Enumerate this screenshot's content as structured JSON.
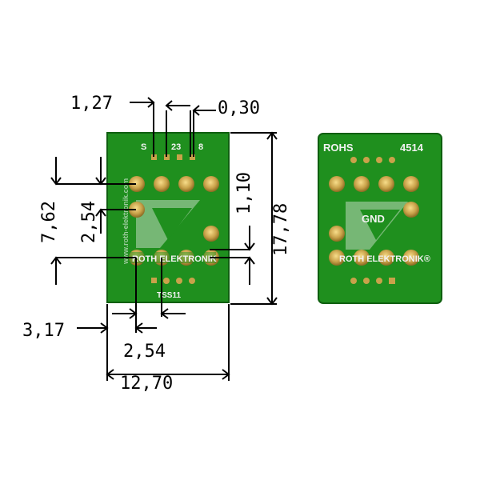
{
  "dimensions": {
    "pitch_top": "1,27",
    "trace_width": "0,30",
    "height_inner": "7,62",
    "row_pitch": "2,54",
    "pad_spacing": "1,10",
    "board_height": "17,78",
    "left_margin": "3,17",
    "bottom_pitch": "2,54",
    "board_width": "12,70"
  },
  "board_labels": {
    "brand": "ROTH ELEKTRONIK",
    "brand_right": "ROTH ELEKTRONIK®",
    "rohs": "ROHS",
    "part_number": "4514",
    "gnd": "GND",
    "side_url": "www.roth-elektronik.com",
    "pin_top_left": "S",
    "pin_top_mid": "23",
    "pin_top_right": "8",
    "pin_bottom": "TSS11"
  },
  "colors": {
    "board": "#1f8f1e",
    "board_edge": "#0f5f10",
    "pad_gold": "#c9a24a",
    "pad_gold_light": "#f0d07a",
    "line": "#000000"
  }
}
